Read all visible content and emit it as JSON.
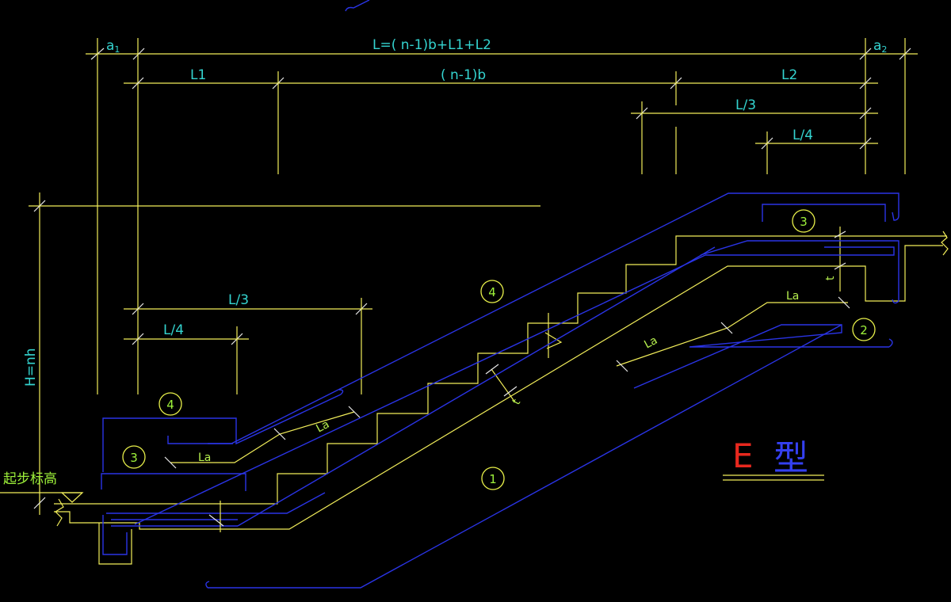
{
  "dimensions": {
    "a1": "a",
    "a1_sub": "1",
    "a2": "a",
    "a2_sub": "2",
    "total_length": "L=(  n-1)b+L1+L2",
    "L1": "L1",
    "middle": "( n-1)b",
    "L2": "L2",
    "L3_top": "L/3",
    "L4_top": "L/4",
    "L3_left": "L/3",
    "L4_left": "L/4",
    "height": "H=nh"
  },
  "anchorage": {
    "La": "La",
    "t": "t"
  },
  "bar_marks": [
    "1",
    "2",
    "3",
    "4"
  ],
  "start_elevation": "起步标高",
  "type_label": {
    "letter": "E",
    "suffix": "型"
  },
  "colors": {
    "outline": "#f2ee5a",
    "rebar": "#2a34e6",
    "dimension_text": "#34d4d0",
    "anchorage_text": "#b6ef4e",
    "title_letter": "#e8281e",
    "title_suffix": "#3440f0"
  }
}
